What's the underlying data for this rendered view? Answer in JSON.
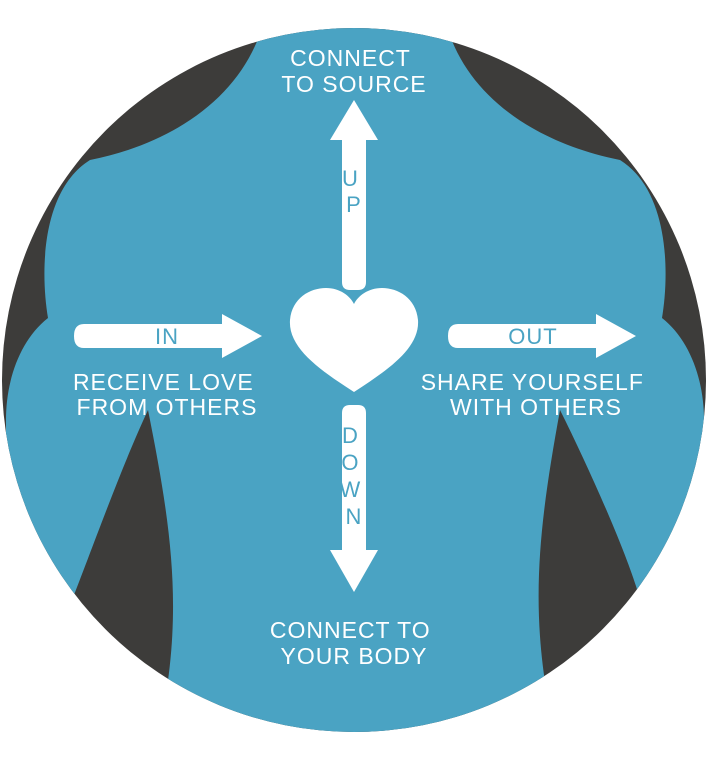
{
  "colors": {
    "background_dark": "#3d3c3a",
    "body_blue": "#4aa3c3",
    "white": "#ffffff"
  },
  "labels": {
    "top_line1": "CONNECT",
    "top_line2": "TO SOURCE",
    "up": "UP",
    "in": "IN",
    "out": "OUT",
    "down": "DOWN",
    "left_line1": "RECEIVE LOVE",
    "left_line2": "FROM OTHERS",
    "right_line1": "SHARE YOURSELF",
    "right_line2": "WITH OTHERS",
    "bottom_line1": "CONNECT TO",
    "bottom_line2": "YOUR BODY"
  },
  "icons": {
    "center": "heart-icon"
  }
}
